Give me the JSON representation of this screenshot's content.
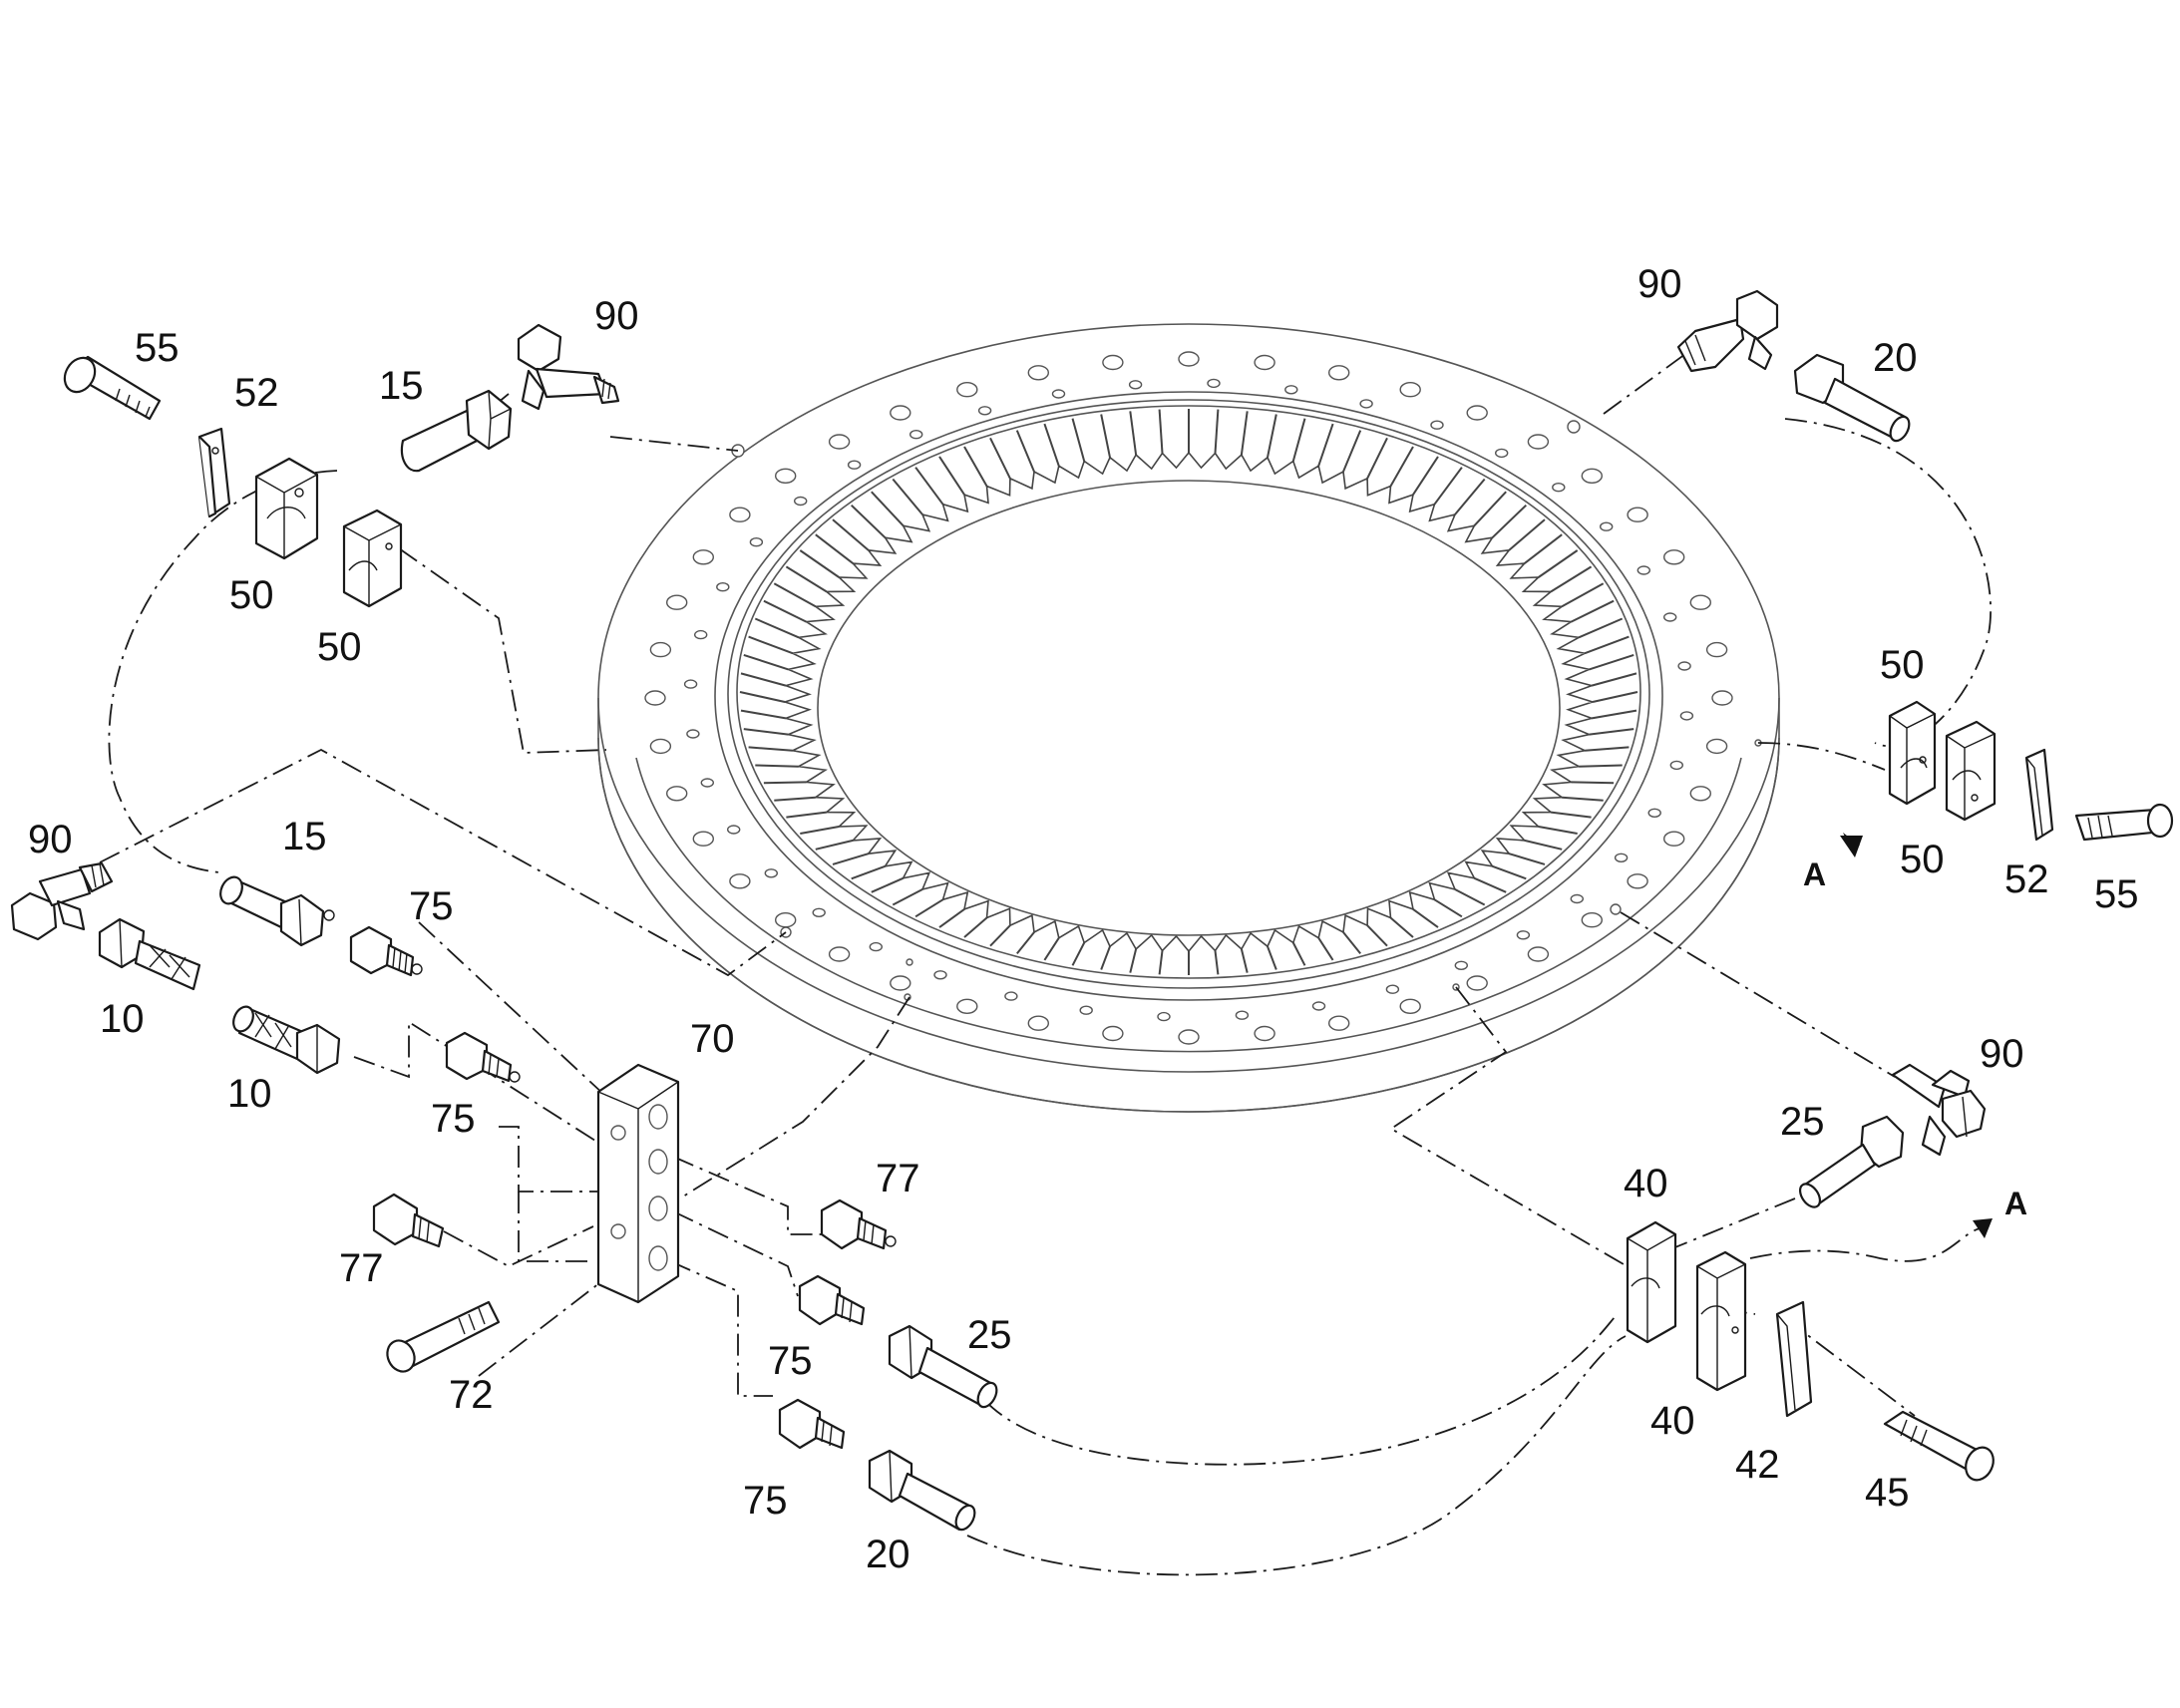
{
  "labels": {
    "l55a": "55",
    "l52a": "52",
    "l15a": "15",
    "l90a": "90",
    "l50a": "50",
    "l50b": "50",
    "l90b": "90",
    "l20a": "20",
    "l50c": "50",
    "l50d": "50",
    "l52b": "52",
    "l55b": "55",
    "lAa": "A",
    "l90c": "90",
    "l15b": "15",
    "l75a": "75",
    "l10a": "10",
    "l10b": "10",
    "l75b": "75",
    "l70": "70",
    "l77a": "77",
    "l77b": "77",
    "l72": "72",
    "l75c": "75",
    "l25a": "25",
    "l75d": "75",
    "l20b": "20",
    "l90d": "90",
    "l25b": "25",
    "lAb": "A",
    "l40a": "40",
    "l40b": "40",
    "l42": "42",
    "l45": "45"
  },
  "ring": {
    "bolt_holes_outer": 44,
    "bolt_holes_inner": 40,
    "gear_teeth": 96
  }
}
